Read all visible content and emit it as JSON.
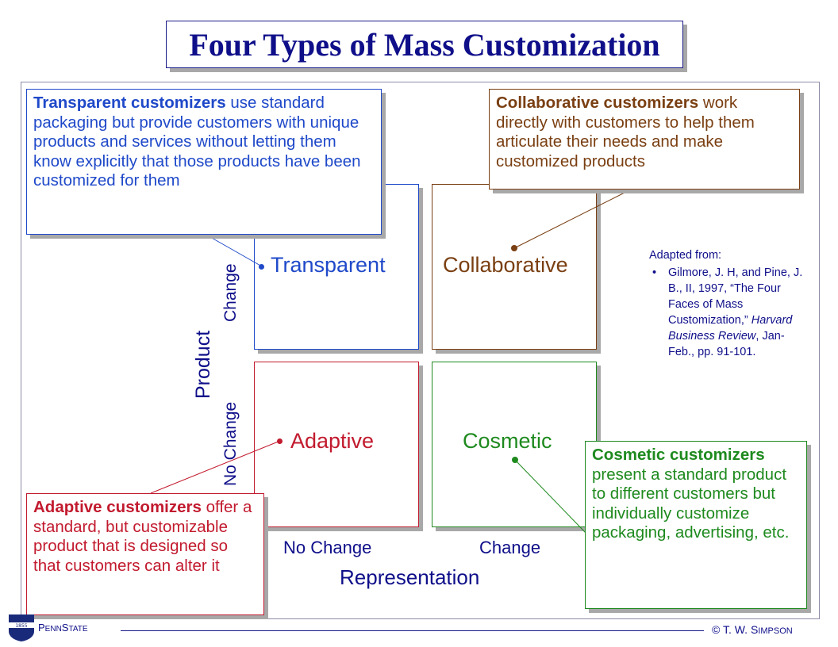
{
  "title": "Four Types of Mass Customization",
  "quadrants": {
    "transparent": "Transparent",
    "collaborative": "Collaborative",
    "adaptive": "Adaptive",
    "cosmetic": "Cosmetic"
  },
  "callouts": {
    "transparent": {
      "bold": "Transparent customizers",
      "text": " use standard packaging but provide customers with unique products and services without letting them know explicitly that those products have been customized for them"
    },
    "collaborative": {
      "bold": "Collaborative customizers",
      "text": " work directly with customers to help them articulate their needs and make customized products"
    },
    "adaptive": {
      "bold": "Adaptive customizers",
      "text": " offer a standard, but customizable product that is designed so that customers can alter it"
    },
    "cosmetic": {
      "bold": "Cosmetic customizers",
      "text": " present a standard product to different customers but individually customize packaging, advertising, etc."
    }
  },
  "axes": {
    "y_title": "Product",
    "y_top": "Change",
    "y_bottom": "No Change",
    "x_title": "Representation",
    "x_left": "No Change",
    "x_right": "Change"
  },
  "reference": {
    "heading": "Adapted from:",
    "authors": "Gilmore, J. H, and Pine, J. B., II, 1997, “The Four Faces of Mass Customization,” ",
    "journal": "Harvard Business Review",
    "details": ", Jan-Feb., pp. 91-101."
  },
  "footer": {
    "brand_prefix": "P",
    "brand_mid": "ENN",
    "brand_s": "S",
    "brand_suffix": "TATE",
    "logo_year": "1855",
    "copyright": "© T. W. S",
    "copyright_rest": "IMPSON"
  },
  "colors": {
    "transparent": "#1f49c9",
    "collaborative": "#7a3f12",
    "adaptive": "#c21a2e",
    "cosmetic": "#1e8a1e",
    "navy": "#0f0f8a"
  }
}
